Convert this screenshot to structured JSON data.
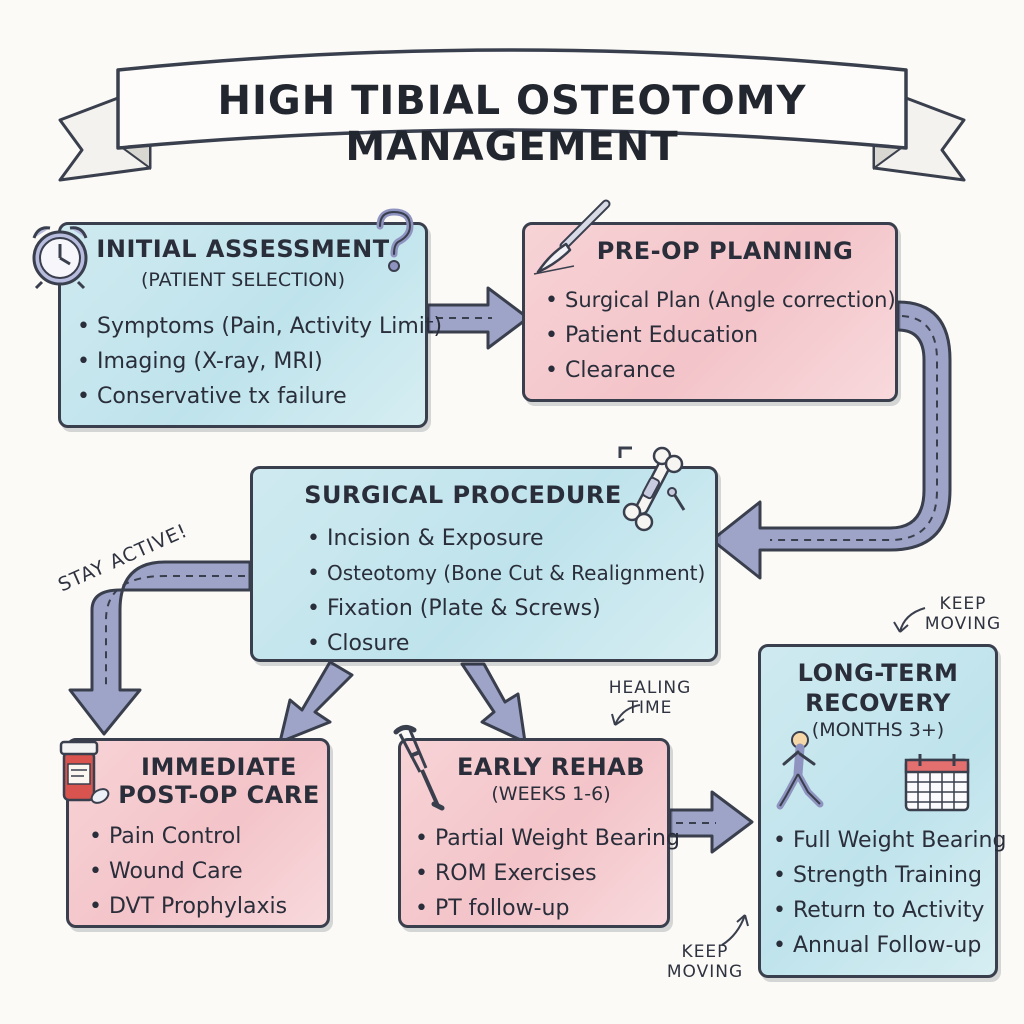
{
  "title": "HIGH TIBIAL OSTEOTOMY MANAGEMENT",
  "colors": {
    "blue_box": "#bfe3ec",
    "pink_box": "#f3c4c9",
    "arrow": "#9ea4c8",
    "outline": "#3a3f4d"
  },
  "boxes": {
    "initial": {
      "title": "INITIAL ASSESSMENT",
      "subtitle": "(PATIENT SELECTION)",
      "items": [
        "Symptoms (Pain, Activity Limit)",
        "Imaging (X-ray, MRI)",
        "Conservative tx failure"
      ],
      "icons": [
        "alarm-clock-icon",
        "question-mark-icon"
      ]
    },
    "preop": {
      "title": "PRE-OP PLANNING",
      "items": [
        "Surgical Plan (Angle correction)",
        "Patient Education",
        "Clearance"
      ],
      "icons": [
        "scalpel-icon"
      ]
    },
    "surgical": {
      "title": "SURGICAL PROCEDURE",
      "items": [
        "Incision & Exposure",
        "Osteotomy (Bone Cut & Realignment)",
        "Fixation (Plate & Screws)",
        "Closure"
      ],
      "icons": [
        "bone-plate-screw-icon"
      ]
    },
    "immediate": {
      "title_line1": "IMMEDIATE",
      "title_line2": "POST-OP CARE",
      "items": [
        "Pain Control",
        "Wound Care",
        "DVT Prophylaxis"
      ],
      "icons": [
        "pill-bottle-icon"
      ]
    },
    "rehab": {
      "title": "EARLY REHAB",
      "subtitle": "(WEEKS 1-6)",
      "items": [
        "Partial Weight Bearing",
        "ROM Exercises",
        "PT follow-up"
      ],
      "icons": [
        "crutch-icon"
      ]
    },
    "longterm": {
      "title_line1": "LONG-TERM",
      "title_line2": "RECOVERY",
      "subtitle": "(MONTHS 3+)",
      "items": [
        "Full Weight Bearing",
        "Strength Training",
        "Return to Activity",
        "Annual Follow-up"
      ],
      "icons": [
        "walking-person-icon",
        "calendar-icon"
      ]
    }
  },
  "notes": {
    "stay_active": "STAY ACTIVE!",
    "healing_line1": "HEALING",
    "healing_line2": "TIME",
    "keep_top_line1": "KEEP",
    "keep_top_line2": "MOVING",
    "keep_bottom_line1": "KEEP",
    "keep_bottom_line2": "MOVING"
  }
}
